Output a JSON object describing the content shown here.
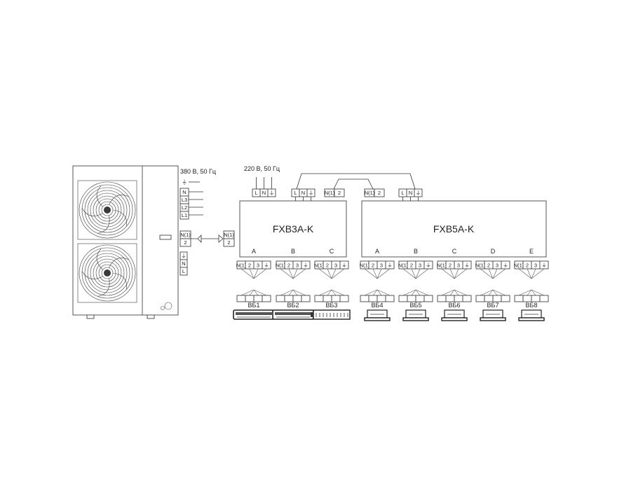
{
  "outdoor_unit": {
    "power_label": "380 В, 50 Гц",
    "power_terminals": [
      "⏚",
      "N",
      "L3",
      "L2",
      "L1"
    ],
    "signal_terminals": [
      "N(1)",
      "2"
    ],
    "out_terminals": [
      "⏚",
      "N",
      "L"
    ]
  },
  "link_terminal": [
    "N(1)",
    "2"
  ],
  "box1": {
    "model": "FXB3A-K",
    "power_label": "220 В, 50 Гц",
    "power_terminals": [
      "L",
      "N",
      "⏚"
    ],
    "ports": [
      "A",
      "B",
      "C"
    ]
  },
  "box2": {
    "model": "FXB5A-K",
    "ports": [
      "A",
      "B",
      "C",
      "D",
      "E"
    ]
  },
  "bridge_terminals": {
    "left": [
      "N(1)",
      "2"
    ],
    "right": [
      "N(1)",
      "2"
    ],
    "box2_power": [
      "L",
      "N",
      "⏚"
    ]
  },
  "port_terminals": [
    "N(1)",
    "2",
    "3",
    "⏚"
  ],
  "indoor_units": [
    {
      "label": "ВБ1",
      "kind": "wall"
    },
    {
      "label": "ВБ2",
      "kind": "wall"
    },
    {
      "label": "ВБ3",
      "kind": "duct"
    },
    {
      "label": "ВБ4",
      "kind": "cassette"
    },
    {
      "label": "ВБ5",
      "kind": "cassette"
    },
    {
      "label": "ВБ6",
      "kind": "cassette"
    },
    {
      "label": "ВБ7",
      "kind": "cassette"
    },
    {
      "label": "ВБ8",
      "kind": "cassette"
    }
  ],
  "colors": {
    "line": "#333333",
    "fan": "#3a3a3a"
  }
}
